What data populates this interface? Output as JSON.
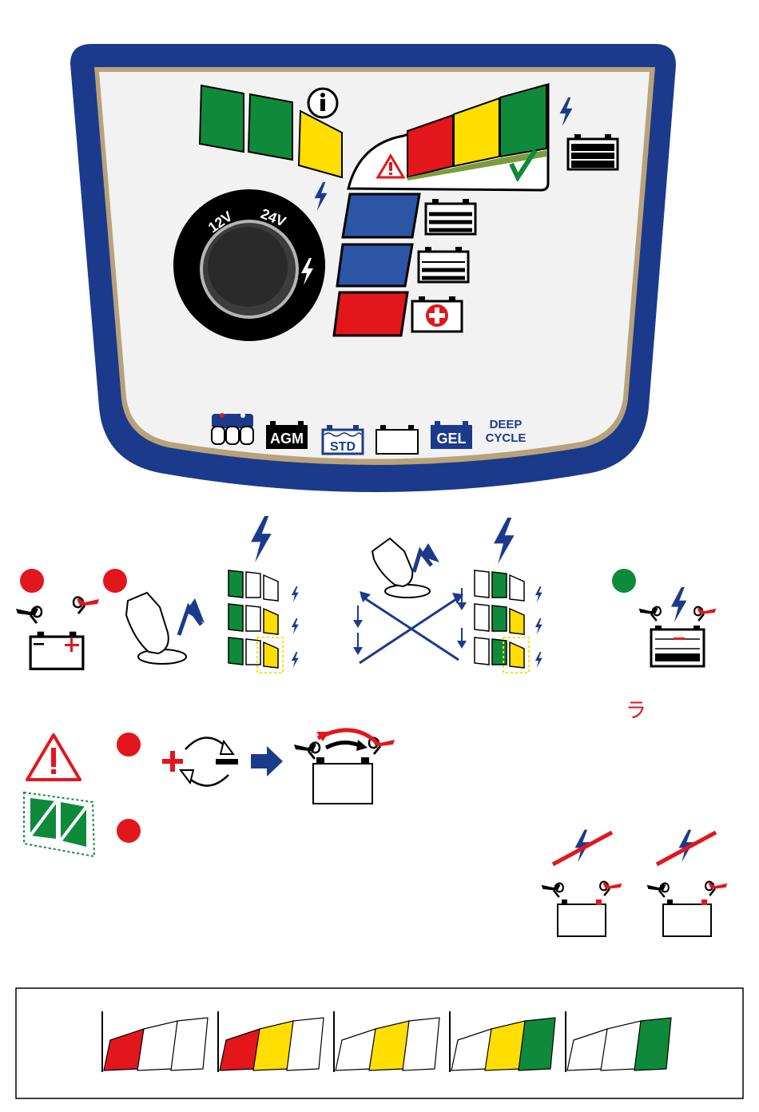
{
  "panel": {
    "knob_label_12v": "12V",
    "knob_label_24v": "24V",
    "battery_types": {
      "agm": "AGM",
      "std": "STD",
      "gel": "GEL",
      "deep_line1": "DEEP",
      "deep_line2": "CYCLE"
    }
  },
  "stray_glyph": "ラ",
  "colors": {
    "navy": "#1b3a8c",
    "gold": "#b8a27a",
    "panel_bg": "#f2f2f2",
    "green": "#0f8a3a",
    "yellow": "#ffde00",
    "red": "#e3161b",
    "blue_seg": "#2d55a6",
    "black": "#000000"
  },
  "charge_scale": [
    {
      "step": 1,
      "fill": [
        "red",
        "white",
        "white"
      ]
    },
    {
      "step": 2,
      "fill": [
        "red",
        "yellow",
        "white"
      ]
    },
    {
      "step": 3,
      "fill": [
        "white",
        "yellow",
        "white"
      ]
    },
    {
      "step": 4,
      "fill": [
        "white",
        "yellow",
        "green"
      ]
    },
    {
      "step": 5,
      "fill": [
        "white",
        "white",
        "green"
      ]
    }
  ]
}
